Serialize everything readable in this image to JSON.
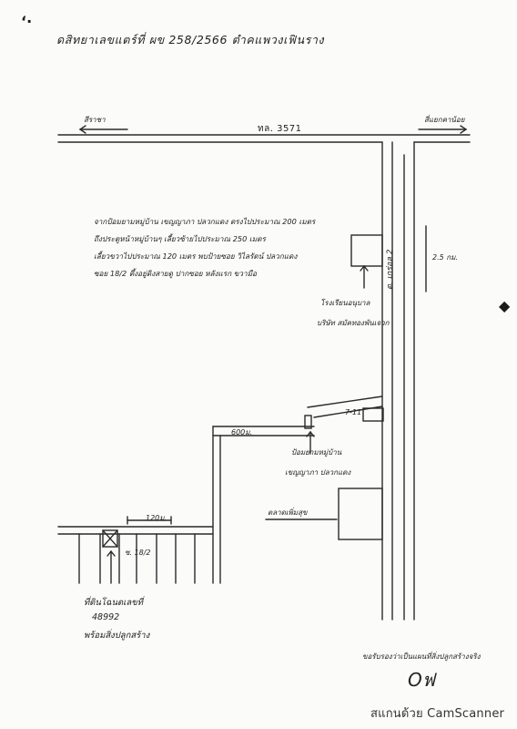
{
  "document": {
    "title": "ดสิทยาเลขแตร์ที่ ผข 258/2566 ตำคแพวงเฟินราง",
    "top_left_mark": "ʻ·"
  },
  "map": {
    "left_direction": "สีราชา",
    "right_direction": "สี่แยกคาน้อย",
    "highway_label": "ทล. 3571",
    "side_road_label": "ต. เกร่อล 2",
    "distance_right": "2.5 กม.",
    "directions_lines": [
      "จากป้อมยามหมู่บ้าน เขญญาภา ปลวกแดง ตรงไปประมาณ 200 เมตร",
      "ถึงประตูหน้าหมู่บ้านๆ เลี้ยวซ้ายไปประมาณ 250 เมตร",
      "เลี้ยวขวาไปประมาณ 120 เมตร พบป้ายซอย วิไลรัตน์ ปลวกแดง",
      "ซอย 18/2 ตึ้งอยู่ดิงสายดู ปากซอย หลังแรก ขวามือ"
    ],
    "factory_label_line1": "โรงเรียนอนุบาล",
    "factory_label_line2": "บริษัท สมัคทองพันเจวก",
    "seven_eleven": "7-11",
    "distance_600": "600ม.",
    "guard_post_line1": "ป้อมยามหมู่บ้าน",
    "guard_post_line2": "เขญญาภา ปลวกแดง",
    "market_label": "ตลาดเพิ่มสุข",
    "distance_120": "120ม.",
    "soi_label": "ซ. 18/2",
    "target_line1": "ที่ดินโฉนดเลขที่",
    "target_line2": "48992",
    "target_line3": "พร้อมสิ่งปลูกสร้าง"
  },
  "footer": {
    "certify_text": "ขอรับรองว่าเป็นแผนที่สิ่งปลูกสร้างจริง",
    "signature": "Oฟ"
  },
  "watermark": "สแกนด้วย CamScanner"
}
